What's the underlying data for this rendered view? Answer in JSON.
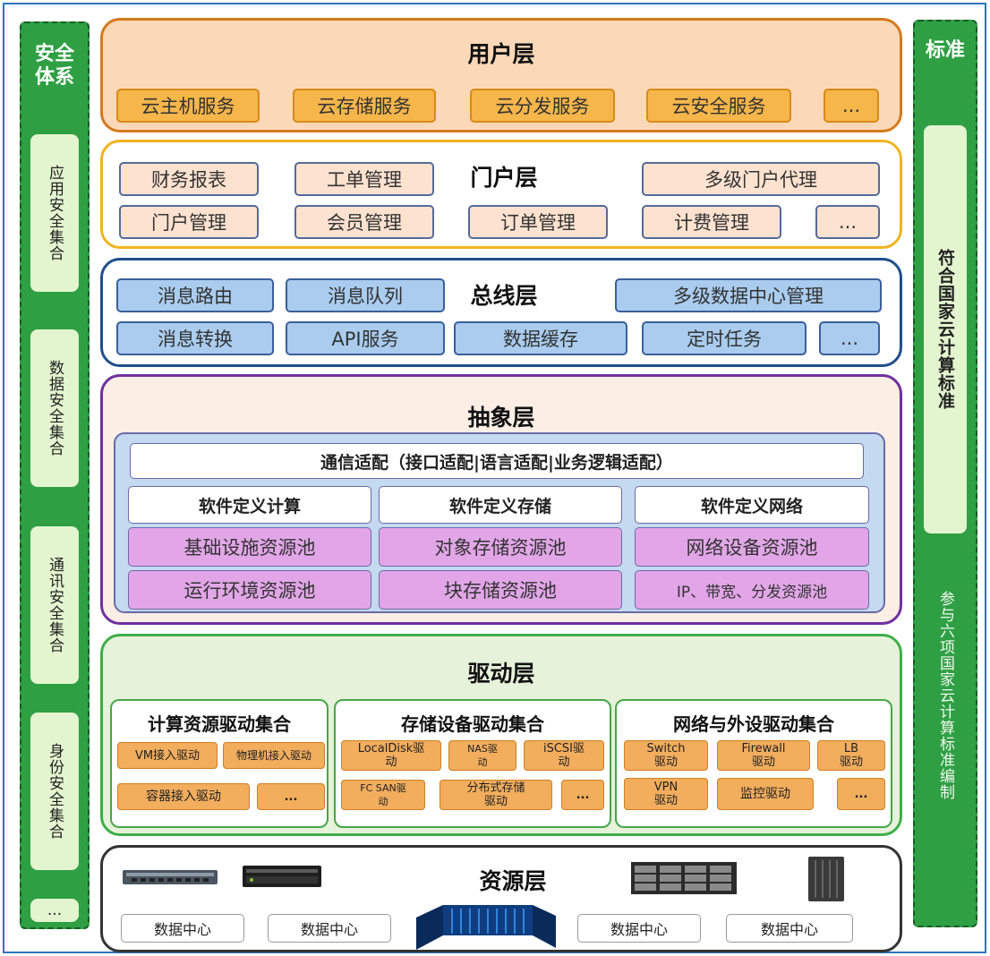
{
  "left_panel": {
    "title": "安全体系",
    "items": [
      "应用安全集合",
      "数据安全集合",
      "通讯安全集合",
      "身份安全集合",
      "..."
    ]
  },
  "right_panel": {
    "title": "标准",
    "items": [
      "符合国家云计算标准",
      "参与六项国家云计算标准编制"
    ]
  },
  "user_layer": {
    "title": "用户层",
    "items": [
      "云主机服务",
      "云存储服务",
      "云分发服务",
      "云安全服务",
      "..."
    ]
  },
  "portal_layer": {
    "title": "门户层",
    "items": [
      "财务报表",
      "工单管理",
      "多级门户代理",
      "门户管理",
      "会员管理",
      "订单管理",
      "计费管理",
      "..."
    ]
  },
  "bus_layer": {
    "title": "总线层",
    "items": [
      "消息路由",
      "消息队列",
      "多级数据中心管理",
      "消息转换",
      "API服务",
      "数据缓存",
      "定时任务",
      "..."
    ]
  },
  "abstract_layer": {
    "title": "抽象层",
    "adapter": "通信适配（接口适配|语言适配|业务逻辑适配）",
    "columns": [
      "软件定义计算",
      "软件定义存储",
      "软件定义网络"
    ],
    "pools": [
      "基础设施资源池",
      "对象存储资源池",
      "网络设备资源池",
      "运行环境资源池",
      "块存储资源池",
      "IP、带宽、分发资源池"
    ]
  },
  "driver_layer": {
    "title": "驱动层",
    "groups": [
      {
        "title": "计算资源驱动集合",
        "items": [
          "VM接入驱动",
          "物理机接入驱动",
          "容器接入驱动",
          "..."
        ]
      },
      {
        "title": "存储设备驱动集合",
        "items": [
          "LocalDisk驱动",
          "NAS驱动",
          "iSCSI驱动",
          "FC SAN驱动",
          "分布式存储驱动",
          "..."
        ]
      },
      {
        "title": "网络与外设驱动集合",
        "items": [
          "Switch驱动",
          "Firewall驱动",
          "LB驱动",
          "VPN驱动",
          "监控驱动",
          "..."
        ]
      }
    ]
  },
  "resource_layer": {
    "title": "资源层",
    "items": [
      "数据中心",
      "数据中心",
      "数据中心",
      "数据中心"
    ]
  },
  "colors": {
    "security_green": "#2ea043",
    "user_border": "#d47a1e",
    "portal_border": "#f0b41e",
    "bus_border": "#1f4e8c",
    "abstract_border": "#7030a0",
    "driver_border": "#3fae49",
    "resource_border": "#333333"
  }
}
